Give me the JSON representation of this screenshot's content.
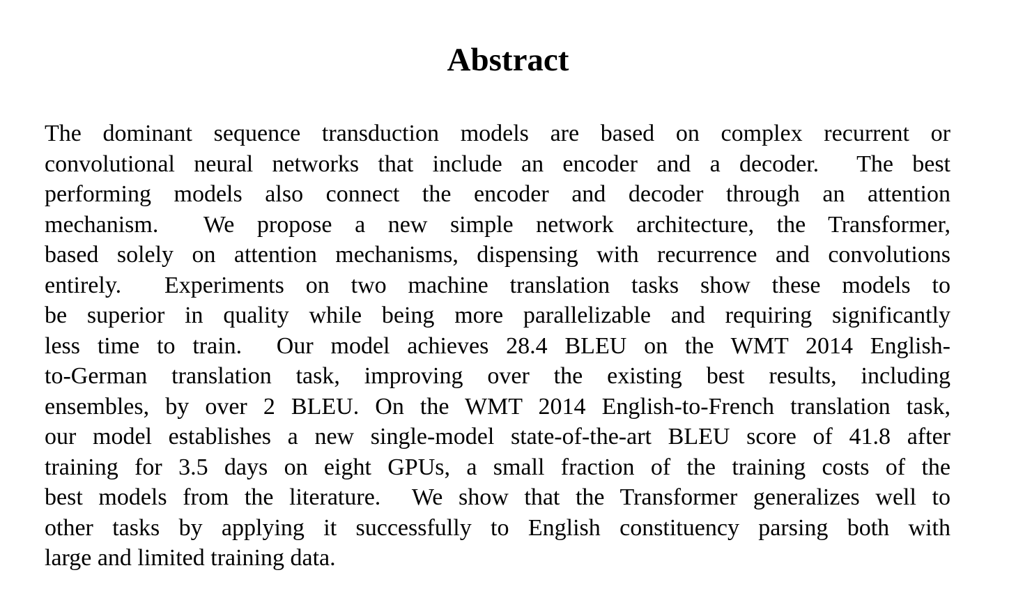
{
  "document": {
    "heading": "Abstract",
    "abstract": {
      "lines": [
        "The dominant sequence transduction models are based on complex recurrent or",
        "convolutional neural networks that include an encoder and a decoder.  The best",
        "performing models also connect the encoder and decoder through an attention",
        "mechanism.  We propose a new simple network architecture, the Transformer,",
        "based solely on attention mechanisms, dispensing with recurrence and convolutions",
        "entirely.  Experiments on two machine translation tasks show these models to",
        "be superior in quality while being more parallelizable and requiring significantly",
        "less time to train.  Our model achieves 28.4 BLEU on the WMT 2014 English-",
        "to-German translation task, improving over the existing best results, including",
        "ensembles, by over 2 BLEU. On the WMT 2014 English-to-French translation task,",
        "our model establishes a new single-model state-of-the-art BLEU score of 41.8 after",
        "training for 3.5 days on eight GPUs, a small fraction of the training costs of the",
        "best models from the literature.  We show that the Transformer generalizes well to",
        "other tasks by applying it successfully to English constituency parsing both with",
        "large and limited training data."
      ],
      "key_figures": {
        "en_de_bleu": "28.4",
        "en_fr_bleu": "41.8",
        "training_days": "3.5",
        "gpus": "eight",
        "benchmark": "WMT 2014"
      }
    }
  }
}
